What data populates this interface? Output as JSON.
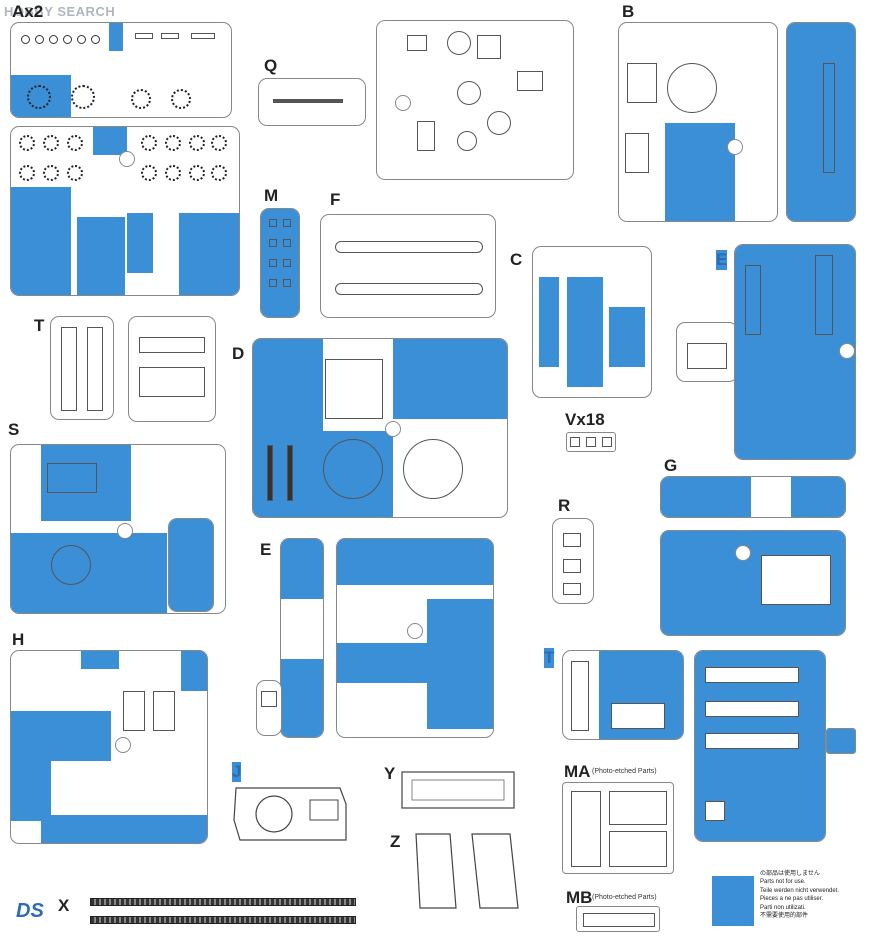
{
  "watermark": "HOBBY SEARCH",
  "sprue_labels": {
    "A": "Ax2",
    "B": "B",
    "Q": "Q",
    "M": "M",
    "F": "F",
    "C": "C",
    "E_top": "E",
    "T_left": "T",
    "D": "D",
    "S": "S",
    "V": "Vx18",
    "G": "G",
    "R": "R",
    "E_mid": "E",
    "H": "H",
    "T_right": "T",
    "J": "J",
    "Y": "Y",
    "Z": "Z",
    "MA": "MA",
    "MB": "MB",
    "X": "X"
  },
  "photo_etched": {
    "ma_note": "(Photo-etched Parts)",
    "mb_note": "(Photo-etched Parts)"
  },
  "legend": {
    "lines": [
      "の部品は使用しません",
      "Parts not for use.",
      "Teile werden nicht verwendet.",
      "Pieces a ne pas utiliser.",
      "Parti non utilizati.",
      "不需要使用的部件"
    ]
  },
  "logo": "DS",
  "colors": {
    "unused_parts": "#3a8fd6",
    "sprue_frame": "#888888"
  }
}
